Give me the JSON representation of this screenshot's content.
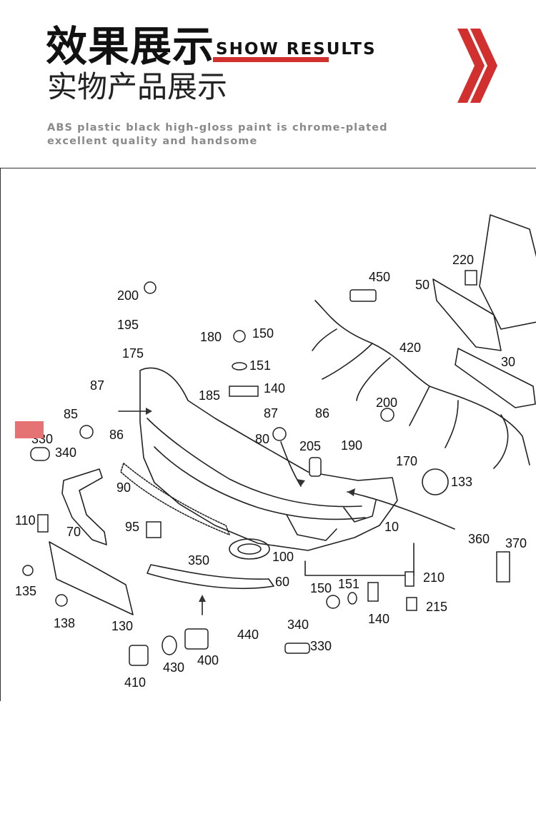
{
  "header": {
    "title_cn": "效果展示",
    "title_en": "SHOW RESULTS",
    "subtitle_cn": "实物产品展示",
    "description_line1": "ABS plastic black high-gloss paint is chrome-plated",
    "description_line2": "excellent quality and handsome",
    "accent_color": "#d22f2f",
    "chevron_icon": "double-chevron-right-icon"
  },
  "diagram": {
    "labels": [
      "200",
      "195",
      "180",
      "150",
      "175",
      "151",
      "185",
      "140",
      "87",
      "85",
      "86",
      "330",
      "340",
      "450",
      "50",
      "220",
      "420",
      "30",
      "200",
      "87",
      "86",
      "80",
      "205",
      "190",
      "170",
      "133",
      "90",
      "95",
      "110",
      "70",
      "10",
      "360",
      "370",
      "350",
      "100",
      "60",
      "210",
      "150",
      "151",
      "215",
      "140",
      "135",
      "138",
      "130",
      "440",
      "340",
      "330",
      "410",
      "430",
      "400"
    ]
  }
}
